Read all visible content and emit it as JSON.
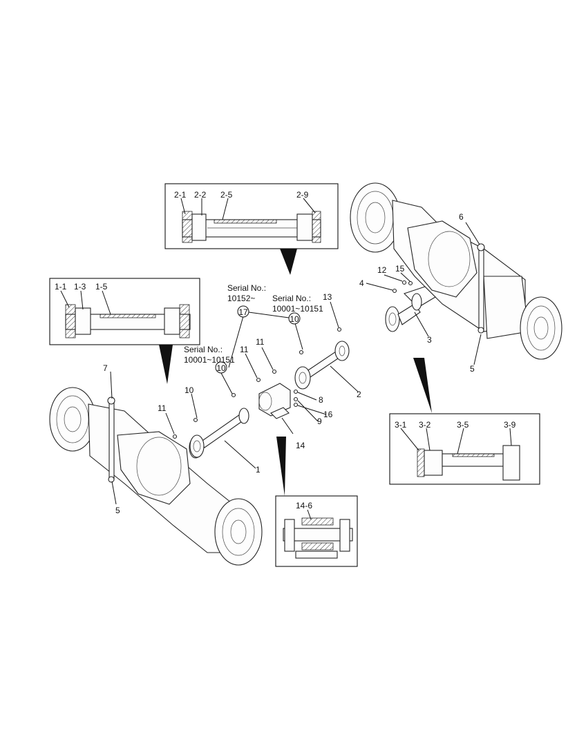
{
  "callouts": {
    "c1": "1",
    "c2": "2",
    "c3": "3",
    "c4": "4",
    "c5a": "5",
    "c5b": "5",
    "c6": "6",
    "c7": "7",
    "c8": "8",
    "c9": "9",
    "c10a": "10",
    "c10b": "10",
    "c10c": "10",
    "c11a": "11",
    "c11b": "11",
    "c11c": "11",
    "c12": "12",
    "c13": "13",
    "c14": "14",
    "c15": "15",
    "c16": "16",
    "c17": "17"
  },
  "serial_notes": {
    "top_left_line1": "Serial No.:",
    "top_left_line2": "10152~",
    "top_right_line1": "Serial No.:",
    "top_right_line2": "10001~10151",
    "left_line1": "Serial No.:",
    "left_line2": "10001~10151"
  },
  "detail_boxes": {
    "shaft2": {
      "labels": [
        "2-1",
        "2-2",
        "2-5",
        "2-9"
      ]
    },
    "shaft1": {
      "labels": [
        "1-1",
        "1-3",
        "1-5"
      ]
    },
    "shaft3": {
      "labels": [
        "3-1",
        "3-2",
        "3-5",
        "3-9"
      ]
    },
    "bearing14": {
      "labels": [
        "14-6"
      ]
    }
  }
}
